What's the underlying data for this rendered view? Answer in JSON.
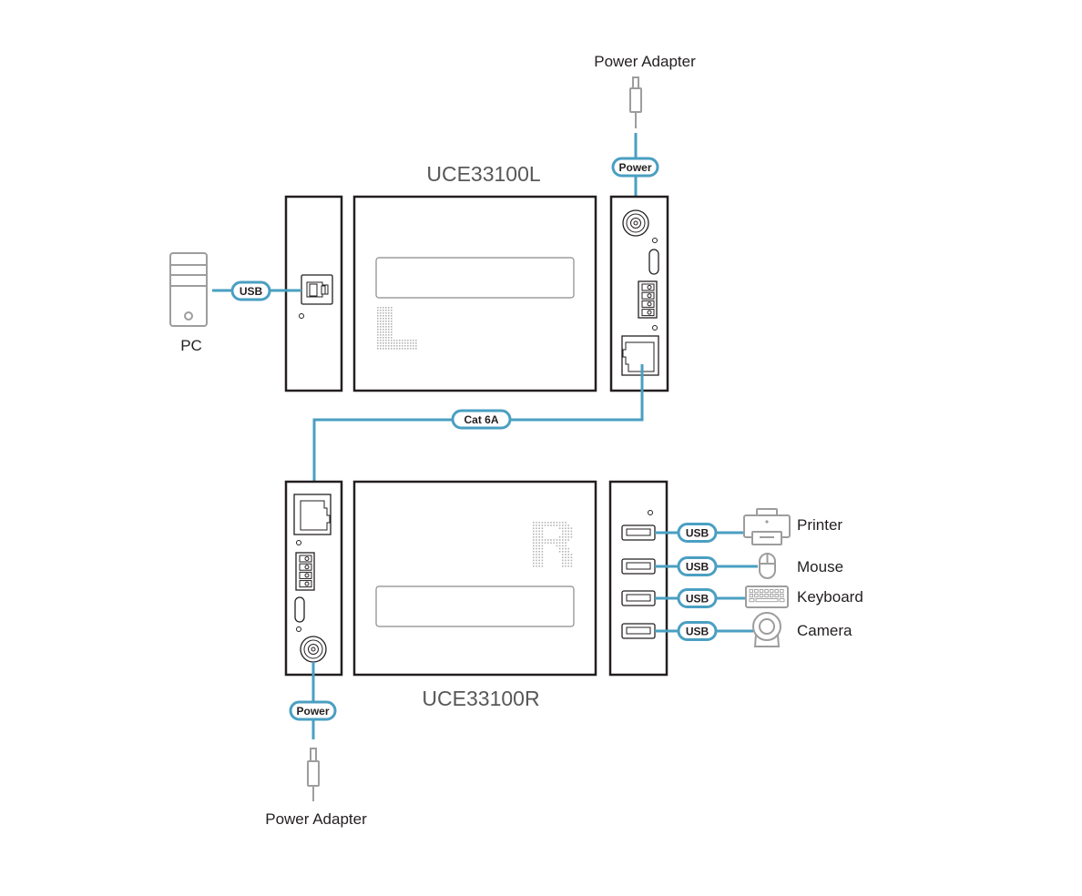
{
  "diagram": {
    "title": "UCE33100 connection diagram",
    "colors": {
      "cable": "#4a9fc2",
      "device_outline": "#231f20",
      "peripheral_icon": "#9d9d9d",
      "model_text": "#595757"
    },
    "units": {
      "local": {
        "model": "UCE33100L",
        "watermark": "L"
      },
      "remote": {
        "model": "UCE33100R",
        "watermark": "R"
      }
    },
    "devices": {
      "pc": {
        "label": "PC",
        "icon": "pc-tower-icon"
      },
      "power_top": {
        "label": "Power Adapter",
        "icon": "power-plug-icon"
      },
      "power_bottom": {
        "label": "Power Adapter",
        "icon": "power-plug-icon"
      },
      "peripherals": [
        {
          "label": "Printer",
          "icon": "printer-icon",
          "cable": "USB"
        },
        {
          "label": "Mouse",
          "icon": "mouse-icon",
          "cable": "USB"
        },
        {
          "label": "Keyboard",
          "icon": "keyboard-icon",
          "cable": "USB"
        },
        {
          "label": "Camera",
          "icon": "camera-icon",
          "cable": "USB"
        }
      ]
    },
    "cables": {
      "pc_usb": "USB",
      "power_top": "Power",
      "cat": "Cat 6A",
      "power_bottom": "Power"
    }
  }
}
